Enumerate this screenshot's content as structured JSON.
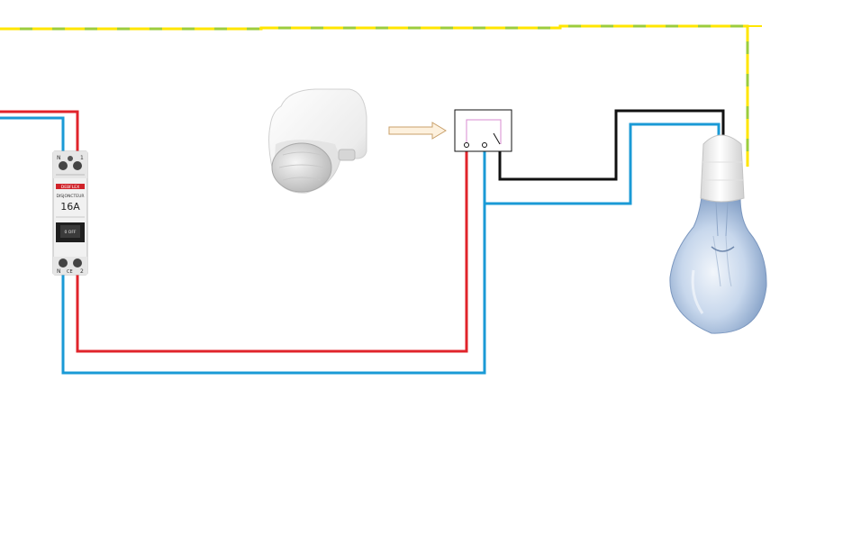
{
  "colors": {
    "phase": "#e0242b",
    "neutral": "#1a9ad6",
    "switched": "#111111",
    "earth_green": "#9ccc3c",
    "earth_yellow": "#ffe600",
    "breaker_body": "#f1f1f1",
    "breaker_label": "#d0232a",
    "sensor_body": "#f4f4f4",
    "arrow_fill": "#fdf1de",
    "arrow_stroke": "#c9a06a",
    "relay_inner": "#d88bd0",
    "bulb_glass": "#c7d7ec"
  },
  "breaker": {
    "brand": "DEBFLEX",
    "type_label": "DISJONCTEUR",
    "rating": "16A",
    "top_left_terminal": "N",
    "top_right_terminal": "1",
    "bottom_left_terminal": "N",
    "bottom_right_terminal": "2",
    "toggle_text": "0 OFF",
    "ce_mark": "CE"
  },
  "motion_sensor": {
    "icon": "pir-motion-sensor-icon"
  },
  "signal_arrow": {
    "icon": "hollow-right-arrow-icon"
  },
  "relay": {
    "icon": "relay-contact-icon"
  },
  "lamp": {
    "icon": "light-bulb-icon"
  }
}
